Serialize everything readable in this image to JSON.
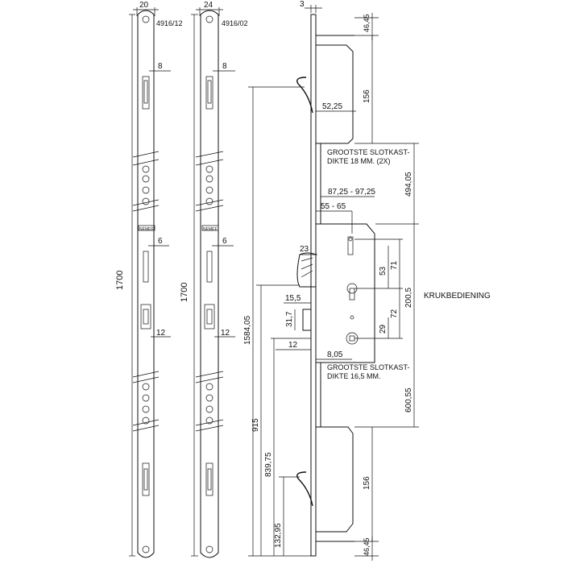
{
  "strip1": {
    "width_label": "20",
    "part_no": "4916/12",
    "length_label": "1700",
    "slot_width_top": "8",
    "slot_width_mid": "6",
    "slot_width_low": "12",
    "brand": "NEMEF"
  },
  "strip2": {
    "width_label": "24",
    "part_no": "4916/02",
    "length_label": "1700",
    "slot_width_top": "8",
    "slot_width_mid": "6",
    "slot_width_low": "12",
    "brand": "NEMEF"
  },
  "lock": {
    "faceplate_thickness": "3",
    "top_end": "46,45",
    "upper_hook_distance": "156",
    "hook_depth": "52,25",
    "note_upper_line1": "GROOTSTE SLOTKAST-",
    "note_upper_line2": "DIKTE 18 MM. (2X)",
    "upper_case_distance": "494,05",
    "backset_range": "87,25 - 97,25",
    "backset_inner": "55 - 65",
    "latch_width": "23",
    "dim_53": "53",
    "dim_71": "71",
    "case_height": "200,5",
    "dim_72": "72",
    "dim_29": "29",
    "operation_label": "KRUKBEDIENING",
    "dim_15_5": "15,5",
    "dim_31_7": "31,7",
    "dim_12": "12",
    "dim_8_05": "8,05",
    "note_lower_line1": "GROOTSTE SLOTKAST-",
    "note_lower_line2": "DIKTE 16,5 MM.",
    "lower_case_distance": "600,55",
    "total_height": "1584,05",
    "dim_915": "915",
    "dim_839_75": "839,75",
    "lower_hook_distance": "156",
    "dim_132_95": "132,95",
    "bottom_end": "46,45"
  }
}
